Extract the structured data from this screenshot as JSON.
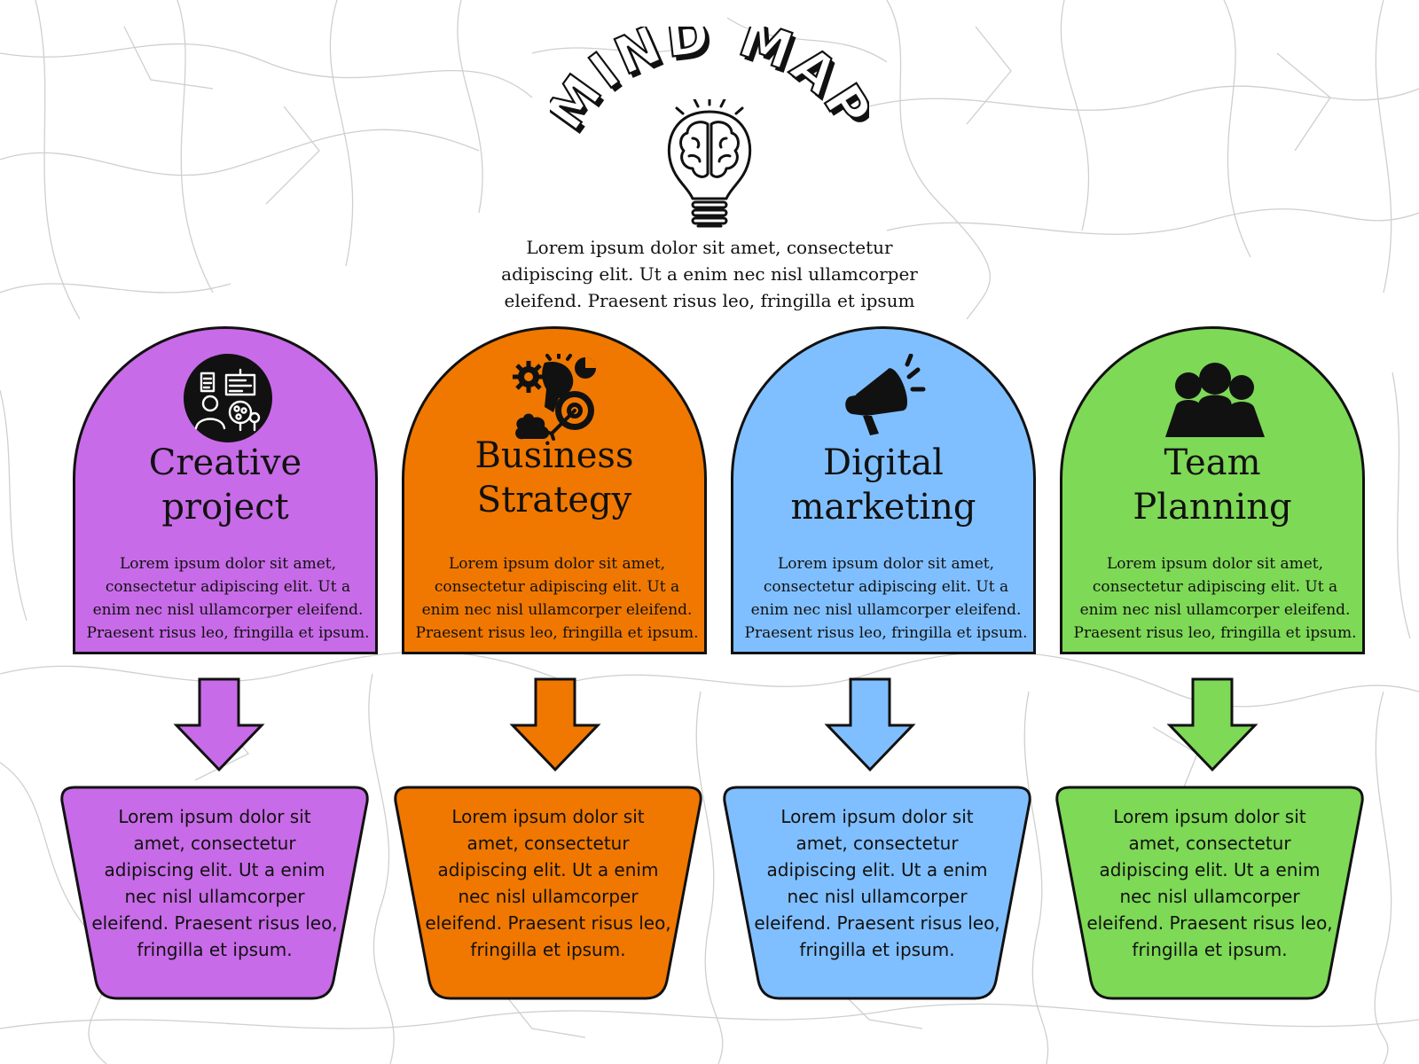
{
  "header": {
    "title": "MIND MAP",
    "intro": "Lorem ipsum dolor sit amet, consectetur adipiscing elit. Ut a enim nec nisl ullamcorper eleifend. Praesent risus leo, fringilla et ipsum"
  },
  "colors": {
    "purple": "#c86be8",
    "orange": "#f07800",
    "blue": "#80bfff",
    "green": "#7ed956",
    "outline": "#111111",
    "background_lines": "#cfcfcf"
  },
  "branches": [
    {
      "icon": "creative-project-icon",
      "color": "#c86be8",
      "title_line1": "Creative",
      "title_line2": "project",
      "description": "Lorem ipsum dolor sit amet, consectetur adipiscing elit. Ut a enim nec nisl ullamcorper eleifend. Praesent risus leo, fringilla et ipsum.",
      "detail": "Lorem ipsum dolor sit amet, consectetur adipiscing elit. Ut a enim nec nisl ullamcorper eleifend. Praesent risus leo, fringilla et ipsum."
    },
    {
      "icon": "strategy-gears-target-icon",
      "color": "#f07800",
      "title_line1": "Business",
      "title_line2": "Strategy",
      "description": "Lorem ipsum dolor sit amet, consectetur adipiscing elit. Ut a enim nec nisl ullamcorper eleifend. Praesent risus leo, fringilla et ipsum.",
      "detail": "Lorem ipsum dolor sit amet, consectetur adipiscing elit. Ut a enim nec nisl ullamcorper eleifend. Praesent risus leo, fringilla et ipsum."
    },
    {
      "icon": "megaphone-icon",
      "color": "#80bfff",
      "title_line1": "Digital",
      "title_line2": "marketing",
      "description": "Lorem ipsum dolor sit amet, consectetur adipiscing elit. Ut a enim nec nisl ullamcorper eleifend. Praesent risus leo, fringilla et ipsum.",
      "detail": "Lorem ipsum dolor sit amet, consectetur adipiscing elit. Ut a enim nec nisl ullamcorper eleifend. Praesent risus leo, fringilla et ipsum."
    },
    {
      "icon": "team-group-icon",
      "color": "#7ed956",
      "title_line1": "Team",
      "title_line2": "Planning",
      "description": "Lorem ipsum dolor sit amet, consectetur adipiscing elit. Ut a enim nec nisl ullamcorper eleifend. Praesent risus leo, fringilla et ipsum.",
      "detail": "Lorem ipsum dolor sit amet, consectetur adipiscing elit. Ut a enim nec nisl ullamcorper eleifend. Praesent risus leo, fringilla et ipsum."
    }
  ]
}
